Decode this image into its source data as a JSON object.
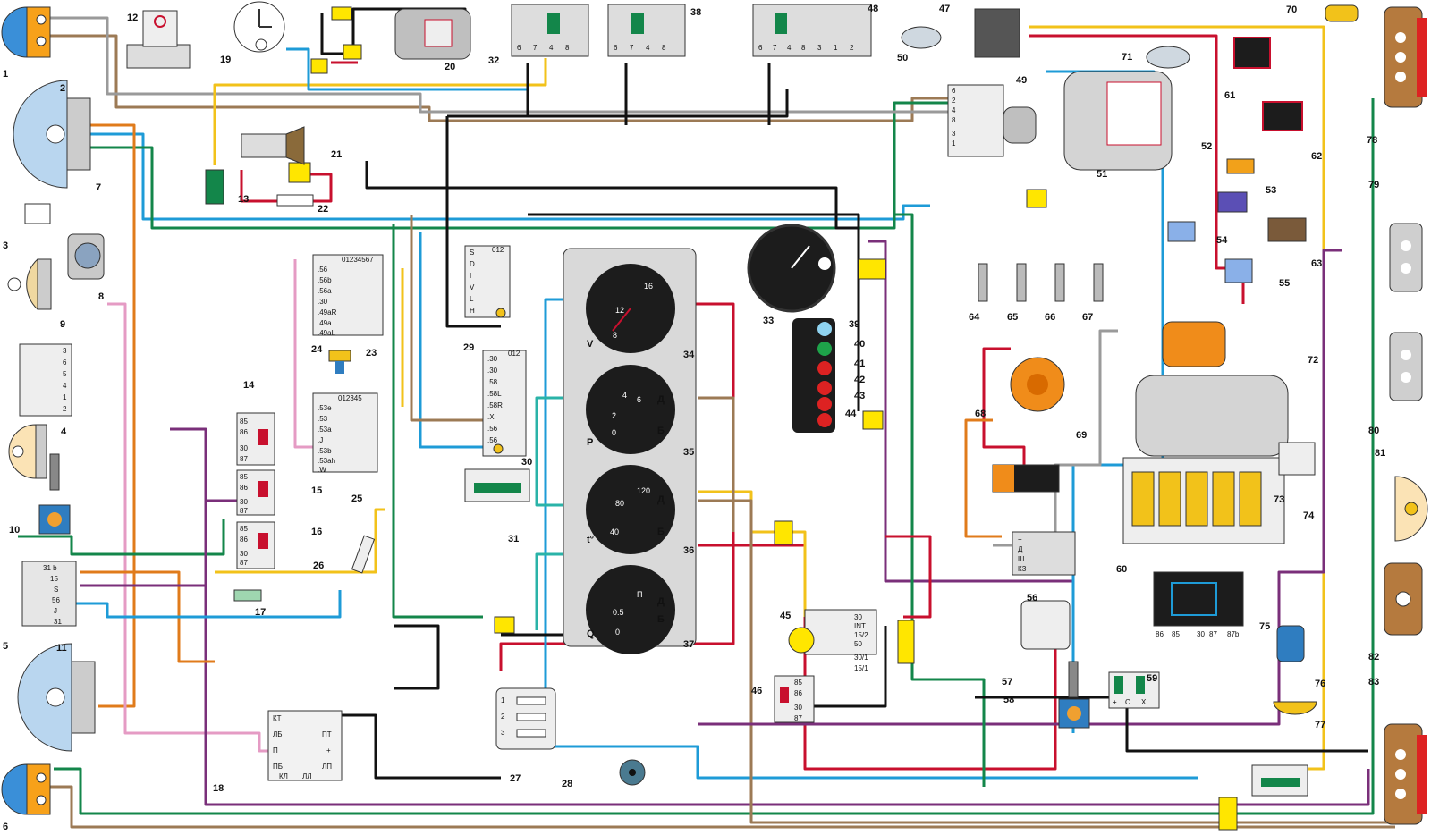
{
  "colors": {
    "wire_black": "#111111",
    "wire_red": "#c8102e",
    "wire_blue": "#1e9bd7",
    "wire_green": "#13864a",
    "wire_yellow": "#f2c21a",
    "wire_brown": "#9c7a55",
    "wire_purple": "#7a2f7a",
    "wire_pink": "#e59bc4",
    "wire_orange": "#e07b1b",
    "wire_grey": "#9a9a9a",
    "wire_teal": "#2ab3a8",
    "lamp_brown": "#b57a3e",
    "connector_yellow": "#ffe600",
    "panel_grey": "#d9d9d9"
  },
  "component_numbers": [
    "1",
    "2",
    "3",
    "4",
    "5",
    "6",
    "7",
    "8",
    "9",
    "10",
    "11",
    "12",
    "13",
    "14",
    "15",
    "16",
    "17",
    "18",
    "19",
    "20",
    "21",
    "22",
    "23",
    "24",
    "25",
    "26",
    "27",
    "28",
    "29",
    "30",
    "31",
    "32",
    "33",
    "34",
    "35",
    "36",
    "37",
    "38",
    "39",
    "40",
    "41",
    "42",
    "43",
    "44",
    "45",
    "46",
    "47",
    "48",
    "49",
    "50",
    "51",
    "52",
    "53",
    "54",
    "55",
    "56",
    "57",
    "58",
    "59",
    "60",
    "61",
    "62",
    "63",
    "64",
    "65",
    "66",
    "67",
    "68",
    "69",
    "70",
    "71",
    "72",
    "73",
    "74",
    "75",
    "76",
    "77",
    "78",
    "79",
    "80",
    "81",
    "82",
    "83"
  ],
  "relay_pins": {
    "a": "85",
    "b": "86",
    "c": "30",
    "d": "87"
  },
  "relay32_pins": [
    "6",
    "7",
    "4",
    "8"
  ],
  "relay48_pins": [
    "6",
    "7",
    "4",
    "8",
    "3",
    "1",
    "2"
  ],
  "light_switch_23": {
    "header": "01234567",
    "rows": [
      ".56",
      ".56b",
      ".56a",
      ".30",
      ".49aR",
      ".49a",
      ".49aL"
    ]
  },
  "switch_25": {
    "header": "012345",
    "rows": [
      ".53e",
      ".53",
      ".53a",
      ".J",
      ".53b",
      ".53ah",
      ".W"
    ]
  },
  "switch_29": {
    "header": "012",
    "rows": [
      "S",
      "D",
      "I",
      "V",
      "L",
      "H"
    ]
  },
  "switch_30": {
    "header": "012",
    "rows": [
      ".30",
      ".30",
      ".58",
      ".58L",
      ".58R",
      ".X",
      ".56",
      ".56"
    ]
  },
  "switch_49_pins": [
    "6",
    "2",
    "4",
    "8",
    "3",
    "1"
  ],
  "switch_11_pins": [
    "31 b",
    "15",
    "S",
    "56",
    "J",
    "31"
  ],
  "switch_9_pins": [
    "3",
    "6",
    "5",
    "4",
    "1",
    "2"
  ],
  "gauge_letters": [
    "V",
    "P",
    "t°",
    "Q"
  ],
  "gauge_marks": {
    "volt": [
      "8",
      "12",
      "16"
    ],
    "press": [
      "0",
      "2",
      "4",
      "6"
    ],
    "temp": [
      "40",
      "80",
      "120"
    ],
    "fuel": [
      "0",
      "0.5",
      "П"
    ],
    "terminals": [
      "Д",
      "Б",
      "Д",
      "Б",
      "Д",
      "Б"
    ]
  },
  "ignition_45_pins": [
    "30",
    "INT",
    "15/2",
    "50",
    "30/1",
    "15/1"
  ],
  "relay_46_pins": [
    "85",
    "86",
    "30",
    "87"
  ],
  "fuse_27_pins": [
    "1",
    "2",
    "3"
  ],
  "unit_18_pins": {
    "top": "КТ",
    "left": [
      "ЛБ",
      "П",
      "ПБ"
    ],
    "right": [
      "ПТ",
      "+",
      "ЛП"
    ],
    "bottom": [
      "КЛ",
      "ЛЛ"
    ]
  },
  "regulator_56_pins": [
    "+",
    "Д",
    "Ш",
    "КЗ"
  ],
  "unit_59_pins": [
    "+",
    "С",
    "Х"
  ],
  "relay_60_pins": [
    "86",
    "85",
    "30",
    "87",
    "87b"
  ]
}
